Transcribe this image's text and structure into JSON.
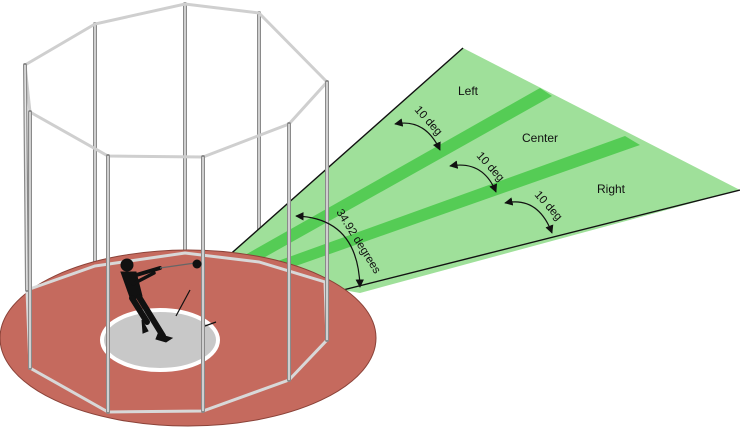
{
  "sectors": {
    "left": "Left",
    "center": "Center",
    "right": "Right"
  },
  "angles": {
    "left": "10 deg",
    "center": "10 deg",
    "right": "10 deg",
    "total": "34.92 degrees"
  },
  "colors": {
    "field": "#9fe09a",
    "band": "#55cc55",
    "track": "#c56a5e",
    "circle": "#c8c8c8",
    "cage": "#d0d0d0"
  }
}
